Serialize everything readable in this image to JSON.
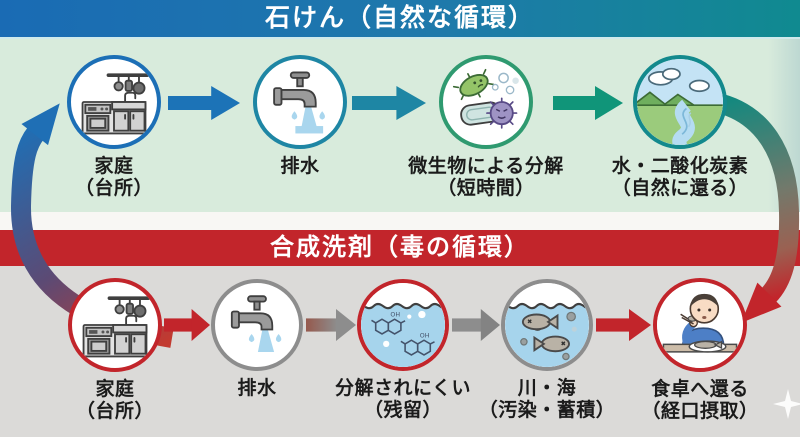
{
  "soap": {
    "title": "石けん（自然な循環）",
    "nodes": [
      {
        "line1": "家庭",
        "line2": "（台所）",
        "icon": "kitchen-icon"
      },
      {
        "line1": "排水",
        "line2": "",
        "icon": "faucet-icon"
      },
      {
        "line1": "微生物による分解",
        "line2": "（短時間）",
        "icon": "microbes-icon"
      },
      {
        "line1": "水・二酸化炭素",
        "line2": "（自然に還る）",
        "icon": "nature-icon"
      }
    ],
    "colors": {
      "header_left": "#1a6bb4",
      "header_right": "#108a90",
      "background": "#d8ebdc",
      "arrow_1": "#1c73b7",
      "arrow_2": "#1e86a4",
      "arrow_3": "#109579"
    }
  },
  "detergent": {
    "title": "合成洗剤（毒の循環）",
    "nodes": [
      {
        "line1": "家庭",
        "line2": "（台所）",
        "icon": "kitchen-icon"
      },
      {
        "line1": "排水",
        "line2": "",
        "icon": "faucet-icon"
      },
      {
        "line1": "分解されにくい",
        "line2": "（残留）",
        "icon": "chemical-icon"
      },
      {
        "line1": "川・海",
        "line2": "（汚染・蓄積）",
        "icon": "fish-icon"
      },
      {
        "line1": "食卓へ還る",
        "line2": "（経口摂取）",
        "icon": "eating-icon"
      }
    ],
    "colors": {
      "header": "#c2252b",
      "background": "#dbdad8",
      "red_accent": "#c2252b",
      "gray_accent": "#8d8d8d"
    }
  },
  "cycle_arrows": {
    "left_up": {
      "meaning": "return flow from bottom row to top row",
      "color_bottom": "#c23a30",
      "color_top": "#1f6fb5"
    },
    "right_down": {
      "meaning": "flow from natural cycle into toxic cycle",
      "color_top": "#12897f",
      "color_bottom": "#c2252b"
    }
  }
}
